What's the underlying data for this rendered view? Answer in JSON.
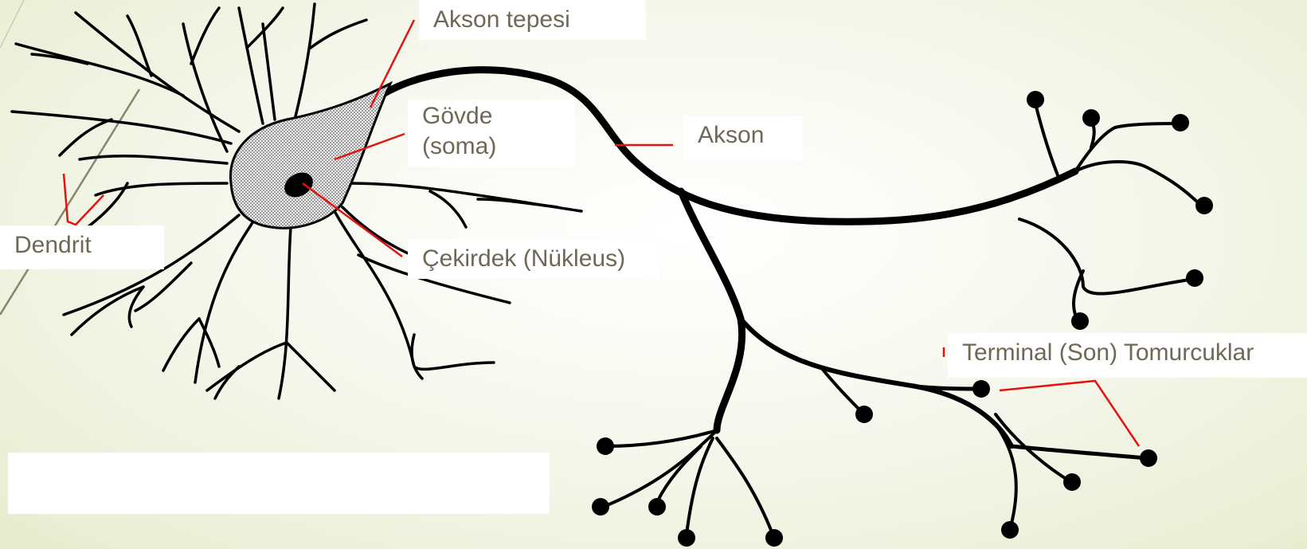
{
  "labels": {
    "axon_hillock": "Akson tepesi",
    "soma_line1": "Gövde",
    "soma_line2": "(soma)",
    "axon": "Akson",
    "dendrite": "Dendrit",
    "nucleus": "Çekirdek (Nükleus)",
    "terminal": "Terminal (Son) Tomurcuklar"
  },
  "blank_box_text": "",
  "colors": {
    "leader_line": "#e5120f",
    "label_text": "#6e6855",
    "soma_fill": "#d9d9d9",
    "neuron_outline": "#000000",
    "background": "#f2f5e6"
  }
}
